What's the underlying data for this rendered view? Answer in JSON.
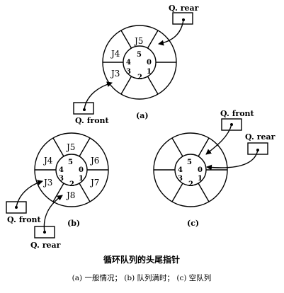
{
  "diagram_a": {
    "jobs": [
      "J5",
      "J4",
      "J3"
    ],
    "indices": [
      "5",
      "0",
      "4",
      "1",
      "3",
      "2"
    ],
    "caption": "(a)",
    "pointers": {
      "rear": "Q. rear",
      "front": "Q. front"
    }
  },
  "diagram_b": {
    "jobs": [
      "J5",
      "J4",
      "J6",
      "J3",
      "J7",
      "J8"
    ],
    "indices": [
      "5",
      "0",
      "4",
      "1",
      "3",
      "2"
    ],
    "caption": "(b)",
    "pointers": {
      "front": "Q. front",
      "rear": "Q. rear"
    }
  },
  "diagram_c": {
    "indices": [
      "5",
      "0",
      "4",
      "1",
      "3",
      "2"
    ],
    "caption": "(c)",
    "pointers": {
      "front": "Q. front",
      "rear": "Q. rear"
    }
  },
  "figure_title": "循环队列的头尾指针",
  "figure_subtitle": "(a) 一般情况； (b) 队列满时； (c) 空队列"
}
